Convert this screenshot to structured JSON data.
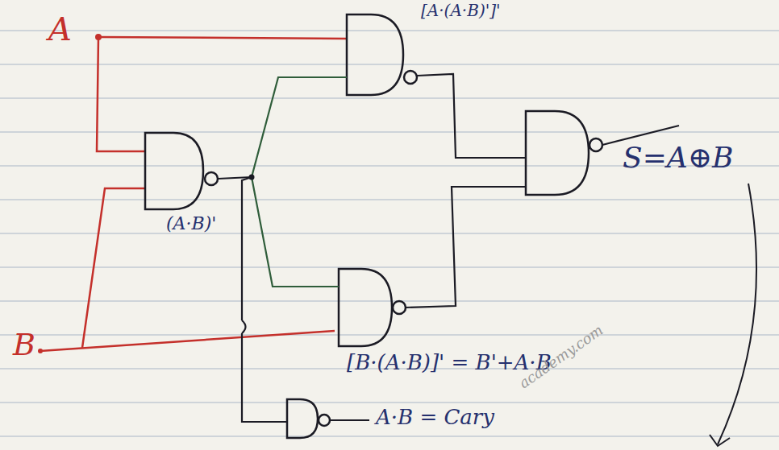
{
  "diagram": {
    "labels": [
      "A",
      "B",
      "(A·B)'",
      "S=A⊕B",
      "[A·(A·B)']'",
      "[B·(A·B)]' = B'+A·B",
      "A·B = Cary",
      "academy.com"
    ]
  }
}
